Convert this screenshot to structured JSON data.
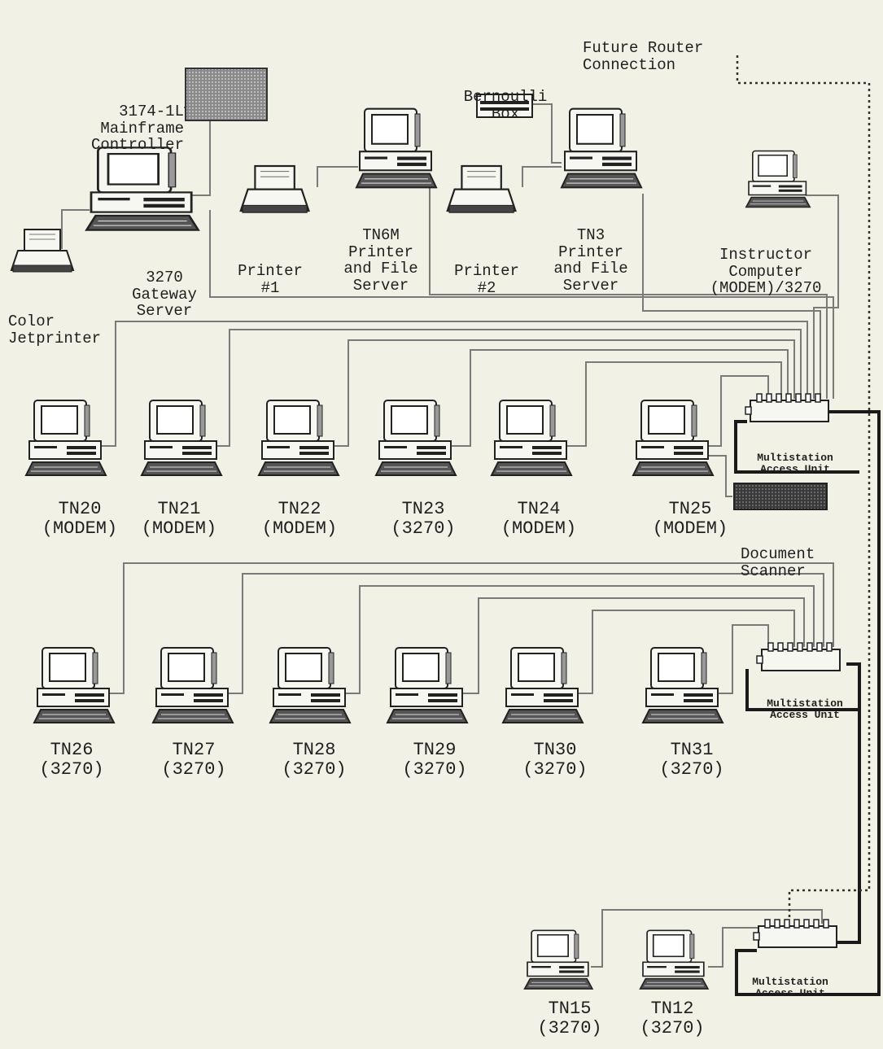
{
  "labels": {
    "future_router": [
      "Future Router",
      "Connection"
    ],
    "bernoulli": [
      "Bernoulli",
      "Box"
    ],
    "controller": [
      "3174-1L",
      "Mainframe",
      "Controller"
    ],
    "gateway": [
      "3270",
      "Gateway",
      "Server"
    ],
    "color_jet": [
      "Color",
      "Jetprinter"
    ],
    "printer1": [
      "Printer",
      "#1"
    ],
    "tn6m": [
      "TN6M",
      "Printer",
      "and File",
      "Server"
    ],
    "printer2": [
      "Printer",
      "#2"
    ],
    "tn3": [
      "TN3",
      "Printer",
      "and File",
      "Server"
    ],
    "instructor": [
      "Instructor",
      "Computer",
      "(MODEM)/3270"
    ],
    "document_scanner": [
      "Document",
      "Scanner"
    ],
    "mau": [
      "Multistation",
      "Access Unit"
    ]
  },
  "row1": [
    {
      "name": "TN20",
      "mode": "(MODEM)"
    },
    {
      "name": "TN21",
      "mode": "(MODEM)"
    },
    {
      "name": "TN22",
      "mode": "(MODEM)"
    },
    {
      "name": "TN23",
      "mode": "(3270)"
    },
    {
      "name": "TN24",
      "mode": "(MODEM)"
    },
    {
      "name": "TN25",
      "mode": "(MODEM)"
    }
  ],
  "row2": [
    {
      "name": "TN26",
      "mode": "(3270)"
    },
    {
      "name": "TN27",
      "mode": "(3270)"
    },
    {
      "name": "TN28",
      "mode": "(3270)"
    },
    {
      "name": "TN29",
      "mode": "(3270)"
    },
    {
      "name": "TN30",
      "mode": "(3270)"
    },
    {
      "name": "TN31",
      "mode": "(3270)"
    }
  ],
  "row3": [
    {
      "name": "TN15",
      "mode": "(3270)"
    },
    {
      "name": "TN12",
      "mode": "(3270)"
    }
  ]
}
